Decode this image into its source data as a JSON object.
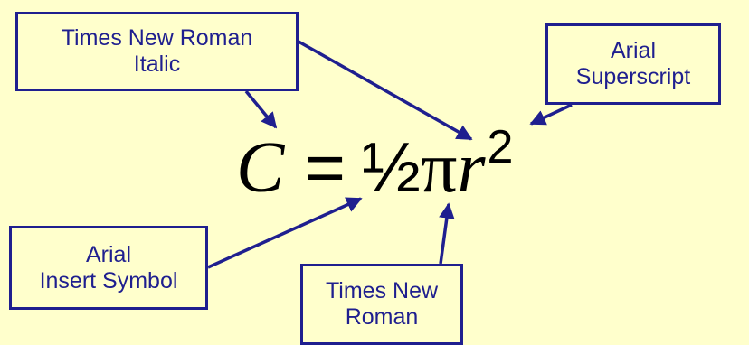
{
  "colors": {
    "background": "#ffffcc",
    "box_border": "#1f1f8f",
    "box_text": "#1f1f8f",
    "arrow": "#1f1f8f",
    "equation_text": "#000000"
  },
  "labels": {
    "tnr_italic": [
      "Times New Roman",
      "Italic"
    ],
    "arial_superscript": [
      "Arial",
      "Superscript"
    ],
    "arial_insert_symbol": [
      "Arial",
      "Insert Symbol"
    ],
    "times_new_roman": [
      "Times New",
      "Roman"
    ]
  },
  "equation": {
    "c": "C",
    "equals": "=",
    "half": "½",
    "pi": "π",
    "r": "r",
    "exponent": "2"
  }
}
